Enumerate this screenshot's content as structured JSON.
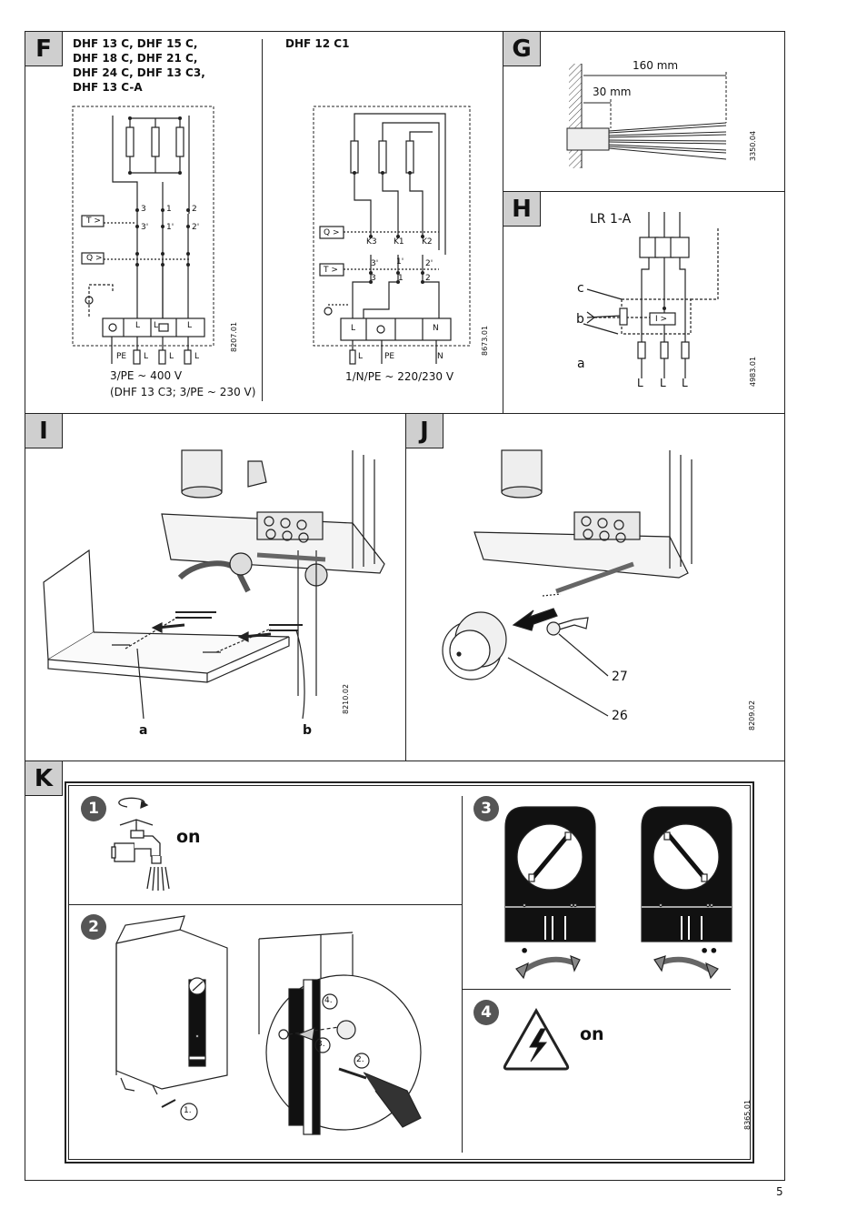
{
  "panels": {
    "F": {
      "letter": "F",
      "model_left_1": "DHF 13 C, DHF 15 C,",
      "model_left_2": "DHF 18 C, DHF 21 C,",
      "model_left_3": "DHF 24 C, DHF 13 C3,",
      "model_left_4": "DHF 13 C-A",
      "model_right": "DHF 12 C1",
      "left": {
        "t_label": "T >",
        "q_label": "Q >",
        "terminals": [
          "L",
          "L",
          "L"
        ],
        "contacts": [
          "3",
          "1",
          "2",
          "3'",
          "1'",
          "2'"
        ],
        "bottom_labels": [
          "PE",
          "L",
          "L",
          "L"
        ],
        "supply": "3/PE ~ 400 V",
        "supply_note": "(DHF 13 C3; 3/PE ~ 230 V)",
        "code": "8207.01"
      },
      "right": {
        "q_label": "Q >",
        "t_label": "T >",
        "relays": [
          "K3",
          "K1",
          "K2"
        ],
        "contacts": [
          "3'",
          "1'",
          "2'",
          "3",
          "1",
          "2"
        ],
        "terminals": [
          "L",
          "N"
        ],
        "bottom_labels": [
          "L",
          "PE",
          "N"
        ],
        "supply": "1/N/PE ~ 220/230 V",
        "code": "8673.01"
      }
    },
    "G": {
      "letter": "G",
      "dim_long": "160 mm",
      "dim_short": "30 mm",
      "code": "3350.04"
    },
    "H": {
      "letter": "H",
      "device": "LR 1-A",
      "labels": [
        "c",
        "b",
        "a"
      ],
      "relay": "I >",
      "phases": [
        "L",
        "L",
        "L"
      ],
      "code": "4983.01"
    },
    "I": {
      "letter": "I",
      "label_a": "a",
      "label_b": "b",
      "code": "8210.02"
    },
    "J": {
      "letter": "J",
      "part_27": "27",
      "part_26": "26",
      "code": "8209.02"
    },
    "K": {
      "letter": "K",
      "steps": [
        "1",
        "2",
        "3",
        "4"
      ],
      "on_1": "on",
      "on_4": "on",
      "substeps": [
        "1.",
        "2.",
        "3.",
        "4."
      ],
      "dots_single": "•",
      "dots_double": "••",
      "code": "8365.01"
    }
  },
  "page_number": "5",
  "colors": {
    "line": "#222222",
    "badge": "#cfcfcf",
    "step": "#555555",
    "dark": "#111111"
  }
}
